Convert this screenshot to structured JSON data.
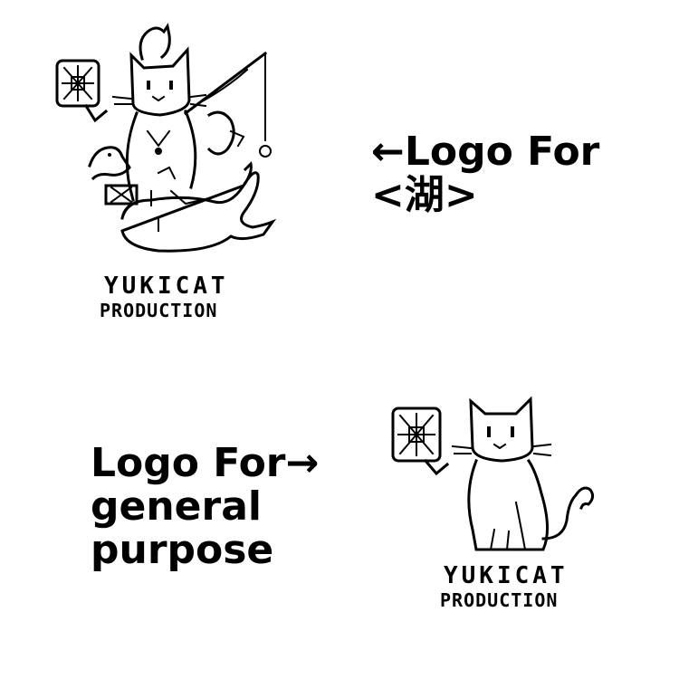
{
  "logos": {
    "lake": {
      "line1": "YUKICAT",
      "line2": "PRODUCTION",
      "icon": "cat-with-fishing-rod-bird-whale-icon"
    },
    "general": {
      "line1": "YUKICAT",
      "line2": "PRODUCTION",
      "icon": "sitting-cat-icon"
    }
  },
  "captions": {
    "lake": {
      "line1": "←Logo For",
      "line2": "<湖>"
    },
    "general": {
      "line1": "Logo For→",
      "line2": "general",
      "line3": "purpose"
    }
  },
  "colors": {
    "ink": "#000000",
    "background": "#ffffff"
  }
}
